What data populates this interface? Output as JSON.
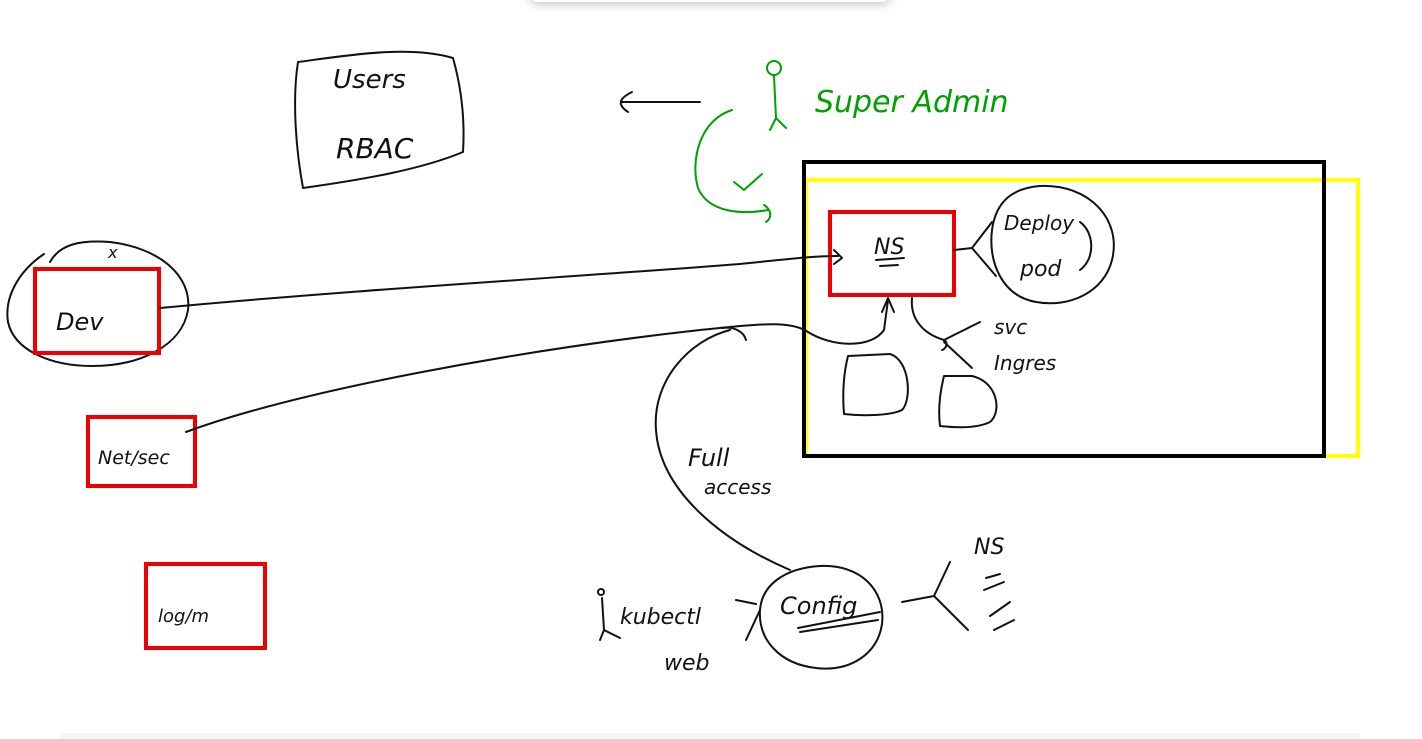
{
  "colors": {
    "ink": "#111111",
    "red": "#ee0000",
    "yellow": "#ffff00",
    "green": "#00a000",
    "black_frame": "#000000"
  },
  "labels": {
    "users_box_line1": "Users",
    "users_box_line2": "RBAC",
    "super_admin": "Super Admin",
    "ns_top": "NS",
    "deploy": "Deploy",
    "pod": "pod",
    "svc": "svc",
    "ingres": "Ingres",
    "dev": "Dev",
    "dev_mark": "x",
    "net_sec": "Net/sec",
    "log_m": "log/m",
    "full_line1": "Full",
    "full_line2": "access",
    "kubectl": "kubectl",
    "web": "web",
    "config": "Config",
    "ns_bottom": "NS"
  },
  "icons": {
    "super_admin_figure": "stick-figure-icon",
    "kubectl_figure": "stick-figure-icon",
    "arrow_left": "arrow-left-icon",
    "check": "checkmark-icon"
  }
}
